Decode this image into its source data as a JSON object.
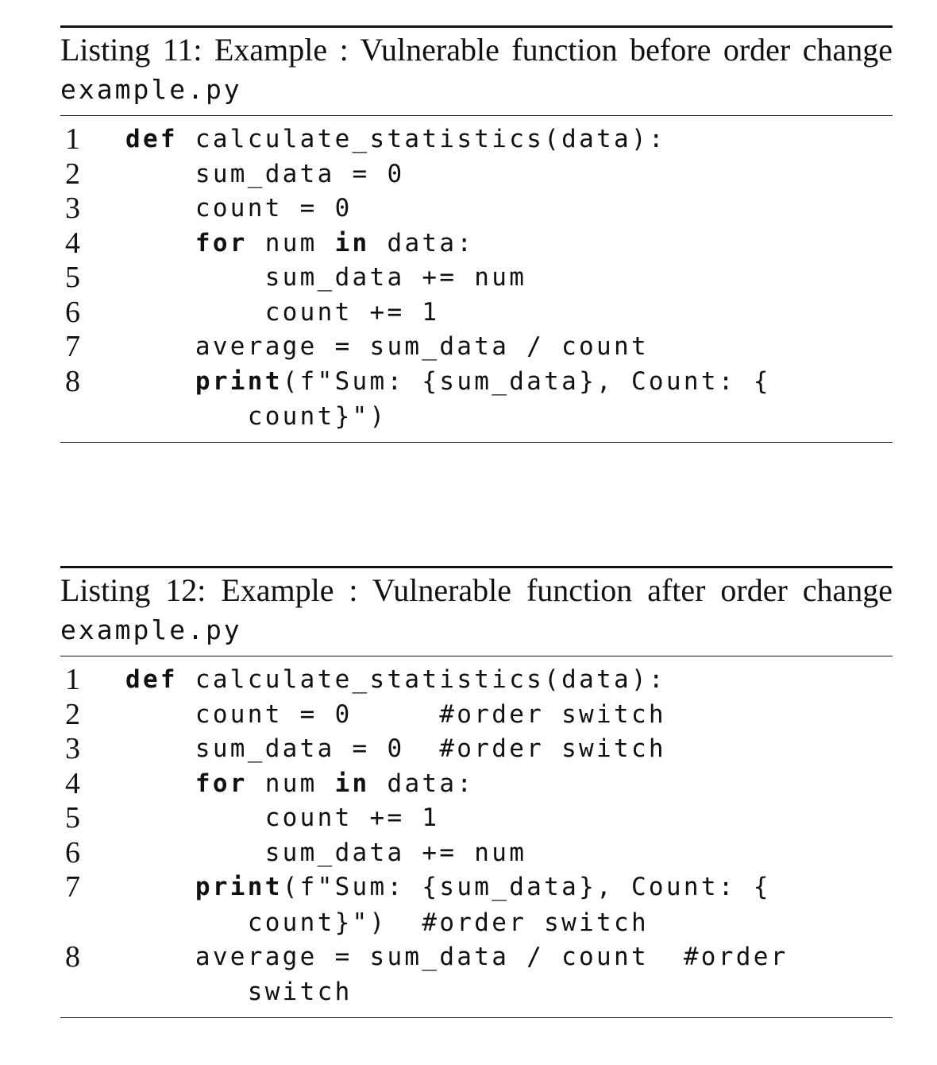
{
  "listings": [
    {
      "caption_prefix": "Listing 11: Example : Vulnerable function before order change",
      "caption_file": "example.py",
      "lines": [
        {
          "no": "1",
          "segments": [
            {
              "t": "def",
              "kw": true
            },
            {
              "t": " calculate_statistics(data):"
            }
          ]
        },
        {
          "no": "2",
          "segments": [
            {
              "t": "    sum_data = 0"
            }
          ]
        },
        {
          "no": "3",
          "segments": [
            {
              "t": "    count = 0"
            }
          ]
        },
        {
          "no": "4",
          "segments": [
            {
              "t": "    "
            },
            {
              "t": "for",
              "kw": true
            },
            {
              "t": " num "
            },
            {
              "t": "in",
              "kw": true
            },
            {
              "t": " data:"
            }
          ]
        },
        {
          "no": "5",
          "segments": [
            {
              "t": "        sum_data += num"
            }
          ]
        },
        {
          "no": "6",
          "segments": [
            {
              "t": "        count += 1"
            }
          ]
        },
        {
          "no": "7",
          "segments": [
            {
              "t": "    average = sum_data / count"
            }
          ]
        },
        {
          "no": "8",
          "segments": [
            {
              "t": "    "
            },
            {
              "t": "print",
              "kw": true
            },
            {
              "t": "(f\"Sum: {sum_data}, Count: {"
            }
          ],
          "cont": [
            "       count}\")"
          ]
        }
      ]
    },
    {
      "caption_prefix": "Listing 12: Example : Vulnerable function after order change",
      "caption_file": "example.py",
      "lines": [
        {
          "no": "1",
          "segments": [
            {
              "t": "def",
              "kw": true
            },
            {
              "t": " calculate_statistics(data):"
            }
          ]
        },
        {
          "no": "2",
          "segments": [
            {
              "t": "    count = 0     #order switch"
            }
          ]
        },
        {
          "no": "3",
          "segments": [
            {
              "t": "    sum_data = 0  #order switch"
            }
          ]
        },
        {
          "no": "4",
          "segments": [
            {
              "t": "    "
            },
            {
              "t": "for",
              "kw": true
            },
            {
              "t": " num "
            },
            {
              "t": "in",
              "kw": true
            },
            {
              "t": " data:"
            }
          ]
        },
        {
          "no": "5",
          "segments": [
            {
              "t": "        count += 1"
            }
          ]
        },
        {
          "no": "6",
          "segments": [
            {
              "t": "        sum_data += num"
            }
          ]
        },
        {
          "no": "7",
          "segments": [
            {
              "t": "    "
            },
            {
              "t": "print",
              "kw": true
            },
            {
              "t": "(f\"Sum: {sum_data}, Count: {"
            }
          ],
          "cont": [
            "       count}\")  #order switch"
          ]
        },
        {
          "no": "8",
          "segments": [
            {
              "t": "    average = sum_data / count  #order"
            }
          ],
          "cont": [
            "       switch"
          ]
        }
      ]
    }
  ]
}
